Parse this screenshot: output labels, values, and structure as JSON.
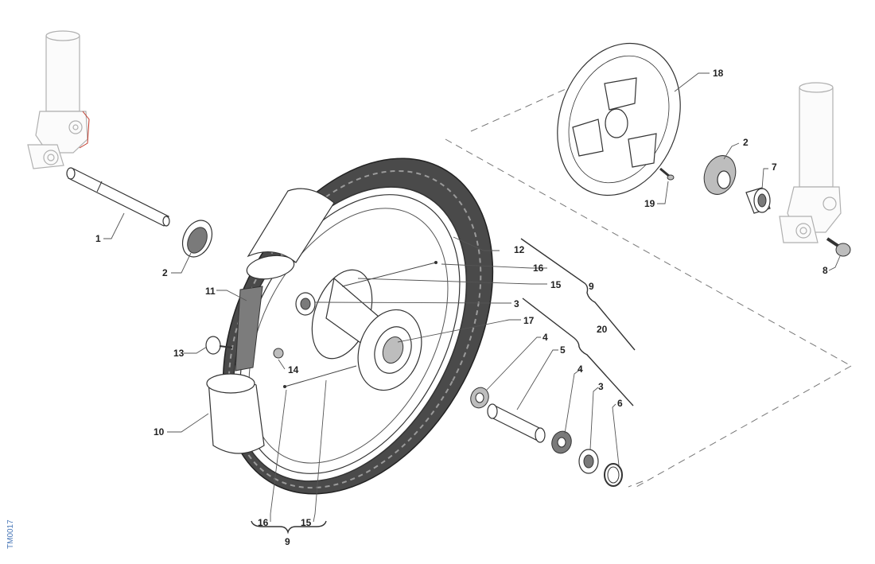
{
  "document_code": "TM0017",
  "callouts": {
    "c1": "1",
    "c2a": "2",
    "c2b": "2",
    "c3a": "3",
    "c3b": "3",
    "c4a": "4",
    "c4b": "4",
    "c5": "5",
    "c6": "6",
    "c7": "7",
    "c8": "8",
    "c9a": "9",
    "c9b": "9",
    "c10": "10",
    "c11": "11",
    "c12": "12",
    "c13": "13",
    "c14": "14",
    "c15a": "15",
    "c15b": "15",
    "c16a": "16",
    "c16b": "16",
    "c17": "17",
    "c18": "18",
    "c19": "19",
    "c20": "20"
  },
  "colors": {
    "ink": "#222222",
    "ghost": "#b0b0b0",
    "code": "#4a78b8",
    "fork_accent": "#c0392b"
  }
}
